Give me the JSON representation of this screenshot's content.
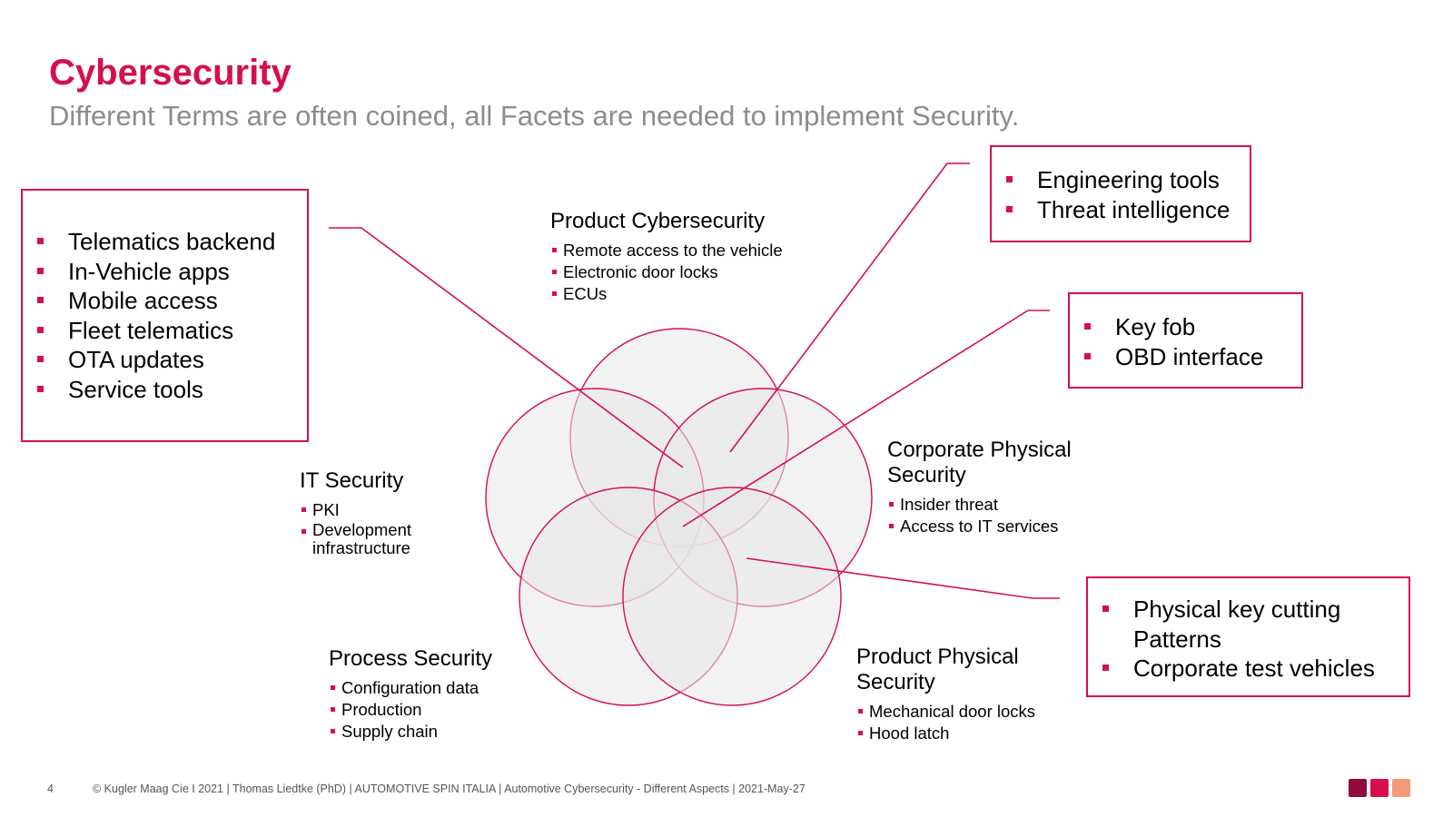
{
  "title": "Cybersecurity",
  "subtitle": "Different Terms are often coined, all Facets are needed to implement Security.",
  "facets": {
    "product_cybersecurity": {
      "heading": "Product Cybersecurity",
      "items": [
        "Remote access to the vehicle",
        "Electronic door locks",
        "ECUs"
      ]
    },
    "it_security": {
      "heading": "IT Security",
      "items": [
        "PKI",
        "Development infrastructure"
      ]
    },
    "corporate_physical_security": {
      "heading": "Corporate Physical Security",
      "items": [
        "Insider threat",
        "Access to IT services"
      ]
    },
    "process_security": {
      "heading": "Process Security",
      "items": [
        "Configuration data",
        "Production",
        "Supply chain"
      ]
    },
    "product_physical_security": {
      "heading": "Product Physical Security",
      "items": [
        "Mechanical door locks",
        "Hood latch"
      ]
    }
  },
  "callouts": {
    "left": [
      "Telematics backend",
      "In-Vehicle apps",
      "Mobile access",
      "Fleet telematics",
      "OTA updates",
      "Service tools"
    ],
    "top_right": [
      "Engineering tools",
      "Threat intelligence"
    ],
    "mid_right": [
      "Key fob",
      "OBD interface"
    ],
    "bottom_right": [
      "Physical key cutting Patterns",
      "Corporate test vehicles"
    ]
  },
  "footer": {
    "page_number": "4",
    "text": "© Kugler Maag Cie I 2021 | Thomas Liedtke (PhD) | AUTOMOTIVE SPIN ITALIA | Automotive Cybersecurity - Different Aspects | 2021-May-27"
  },
  "colors": {
    "accent": "#d60f4c",
    "circle_fill": "#e7e7e7",
    "logo": [
      "#8e0c3e",
      "#d60f4c",
      "#f29a7a"
    ]
  }
}
